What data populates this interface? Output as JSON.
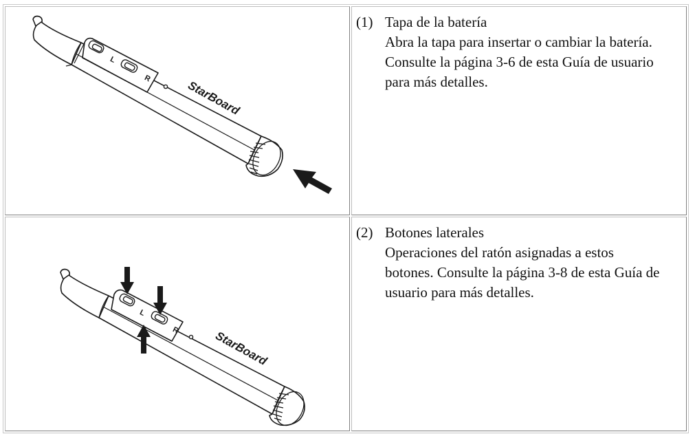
{
  "pen": {
    "brand_text": "StarBoard",
    "left_button_letter": "L",
    "right_button_letter": "R"
  },
  "items": [
    {
      "number": "(1)",
      "title": "Tapa de la batería",
      "description": "Abra la tapa para insertar o cambiar la batería. Consulte la página 3-6 de esta Guía de usuario para más detalles."
    },
    {
      "number": "(2)",
      "title": "Botones laterales",
      "description": "Operaciones del ratón asignadas a estos botones. Consulte la página 3-8 de esta Guía de usuario para más detalles."
    }
  ]
}
